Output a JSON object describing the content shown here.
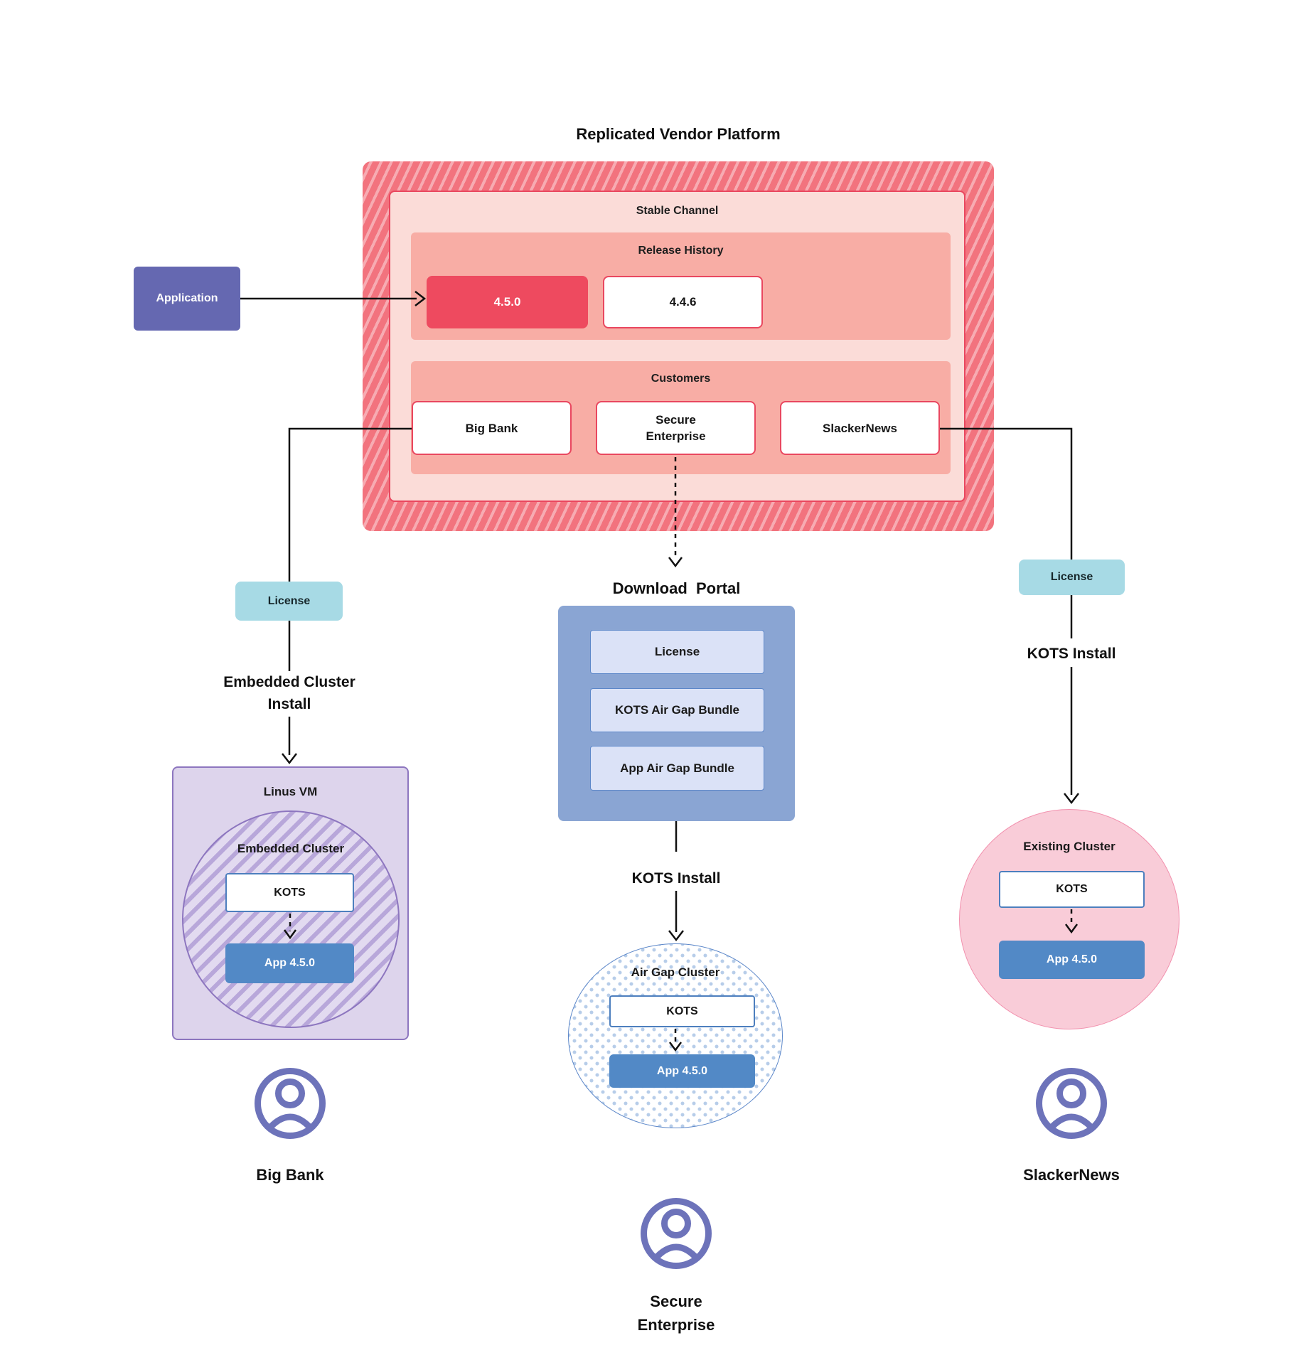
{
  "diagram": {
    "title": "Replicated Vendor Platform",
    "platform": {
      "stable_channel": {
        "label": "Stable Channel",
        "release_history": {
          "label": "Release History",
          "releases": [
            {
              "version": "4.5.0",
              "highlight": true
            },
            {
              "version": "4.4.6",
              "highlight": false
            }
          ]
        },
        "customers": {
          "label": "Customers",
          "items": [
            "Big Bank",
            "Secure\nEnterprise",
            "SlackerNews"
          ]
        }
      }
    },
    "application": {
      "label": "Application"
    },
    "left_flow": {
      "license_label": "License",
      "install_label": "Embedded Cluster\nInstall",
      "vm_label": "Linus VM",
      "cluster_label": "Embedded Cluster",
      "kots_label": "KOTS",
      "app_label": "App 4.5.0",
      "customer_label": "Big Bank"
    },
    "middle_flow": {
      "portal_title": "Download  Portal",
      "portal_items": [
        "License",
        "KOTS Air Gap Bundle",
        "App Air Gap Bundle"
      ],
      "install_label": "KOTS Install",
      "cluster_label": "Air Gap Cluster",
      "kots_label": "KOTS",
      "app_label": "App 4.5.0",
      "customer_label": "Secure\nEnterprise"
    },
    "right_flow": {
      "license_label": "License",
      "install_label": "KOTS Install",
      "cluster_label": "Existing Cluster",
      "kots_label": "KOTS",
      "app_label": "App 4.5.0",
      "customer_label": "SlackerNews"
    },
    "colors": {
      "accent_red": "#ee4a5f",
      "red_border": "#e9475f",
      "hatch_base": "#f2737e",
      "pink_bg": "#fbdcd8",
      "salmon_bg": "#f8ada5",
      "application_purple": "#6568b1",
      "license_teal": "#a7dae5",
      "portal_blue": "#8aa5d3",
      "bundle_bg": "#dbe2f7",
      "app_blue": "#5289c6",
      "kots_border": "#4d7fbe",
      "vm_purple_bg": "#ddd4ec",
      "vm_purple_border": "#8d76bf",
      "existing_pink_bg": "#f9ccd8",
      "existing_pink_border": "#f291ae",
      "user_icon_purple": "#6d73ba"
    }
  }
}
